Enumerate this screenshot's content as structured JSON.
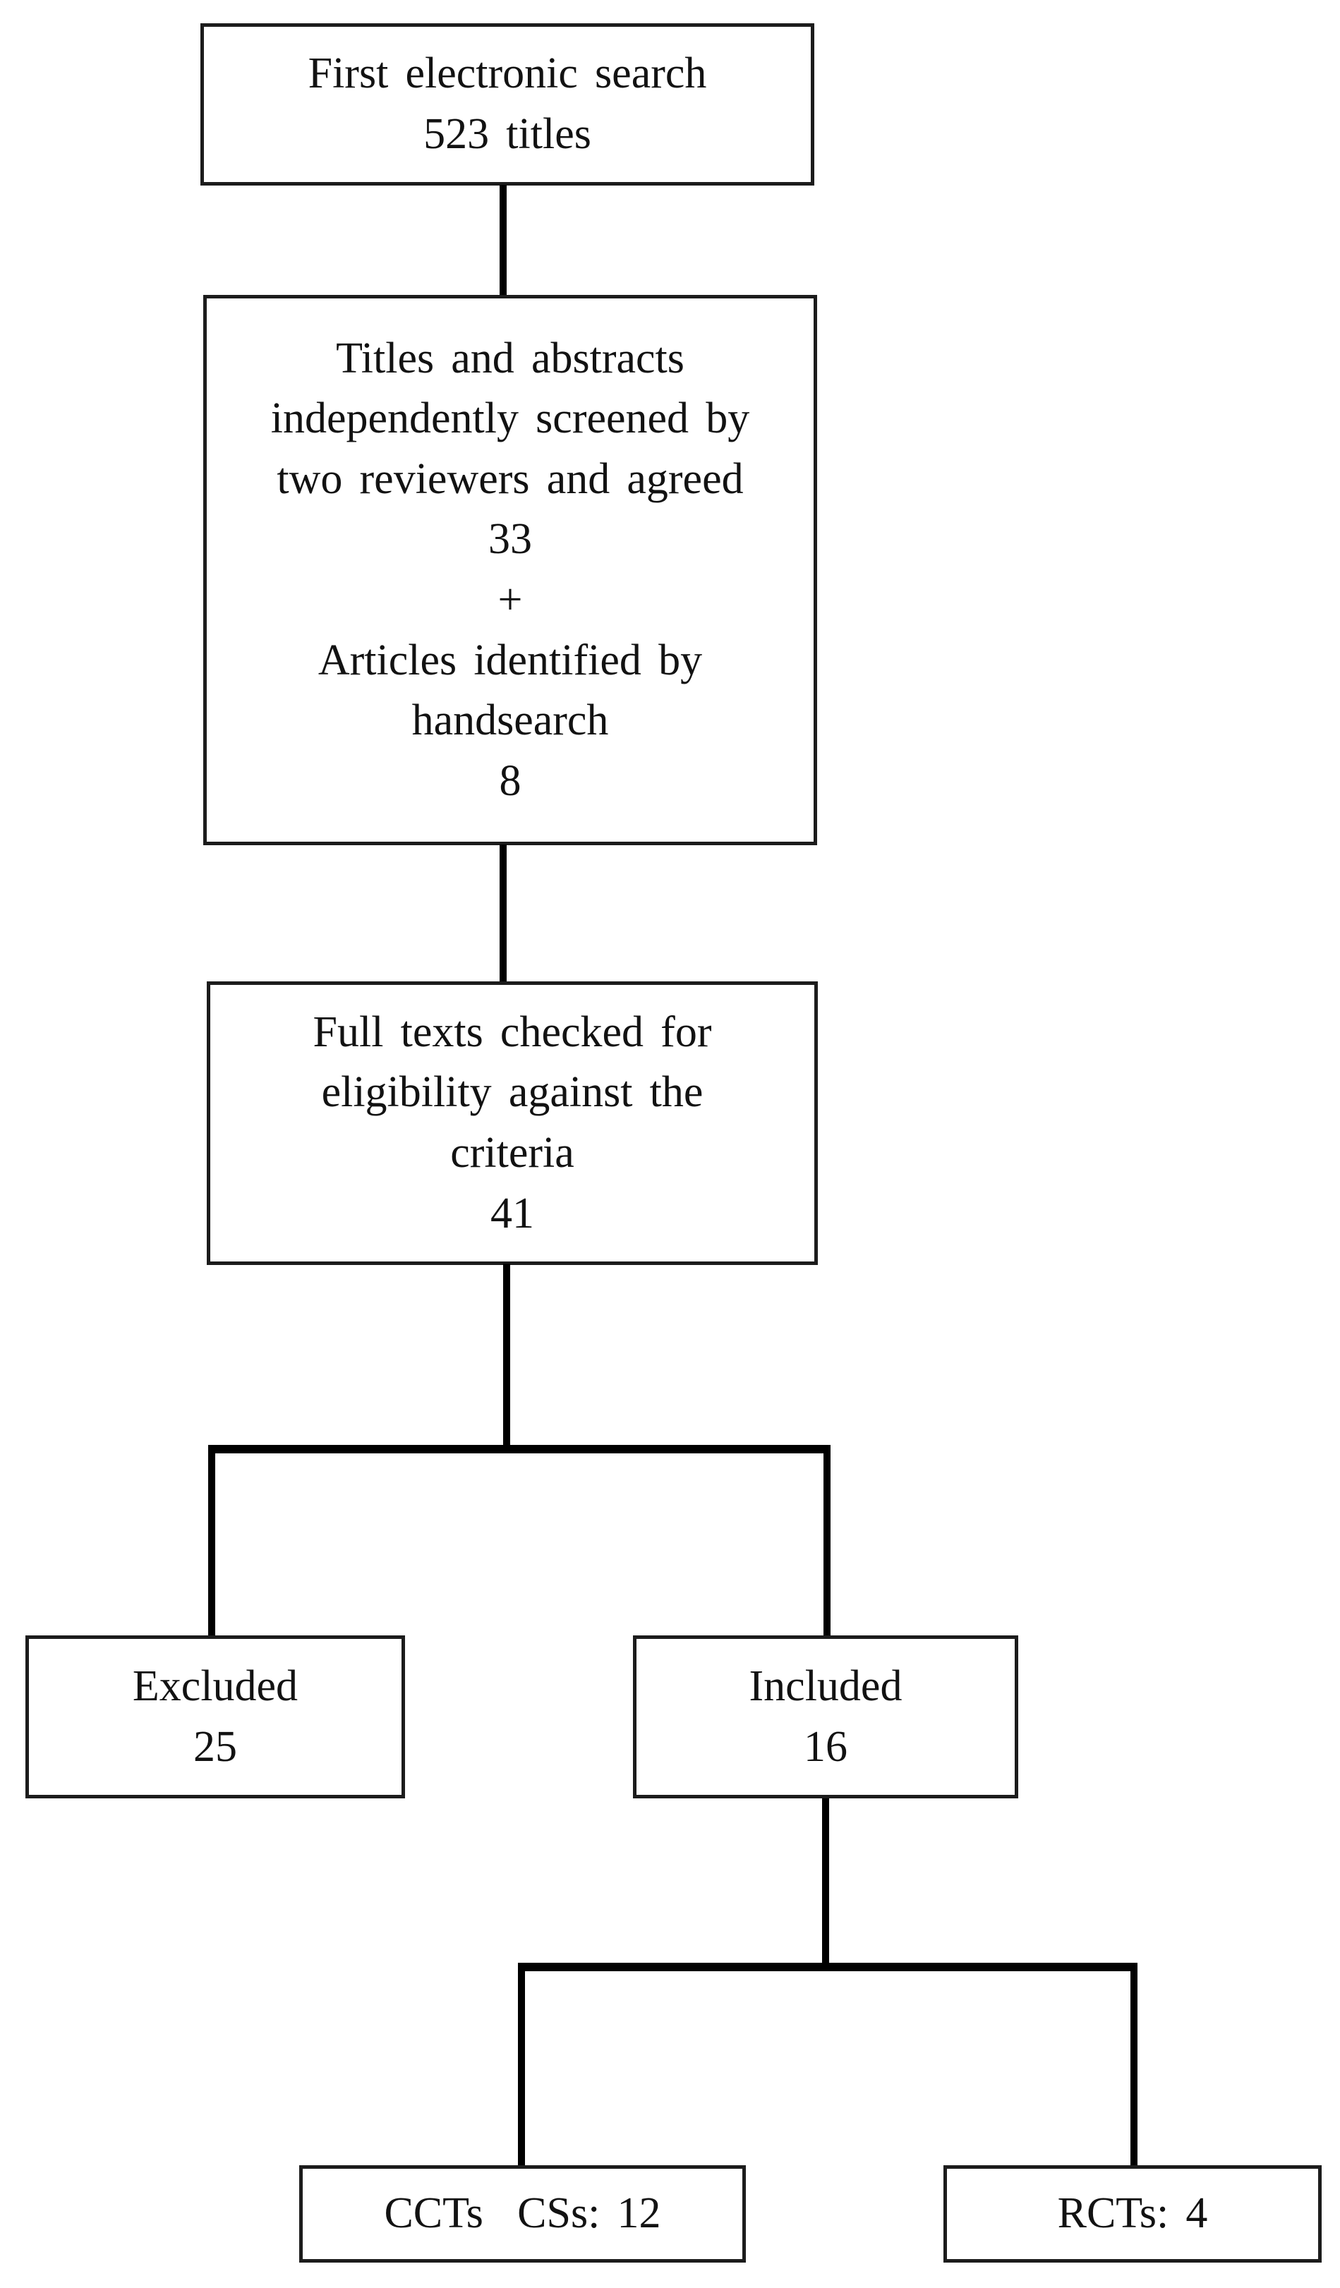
{
  "diagram": {
    "type": "flowchart",
    "colors": {
      "background": "#ffffff",
      "box_border": "#1c1c1c",
      "connector": "#000000",
      "text": "#121212"
    },
    "boxes": {
      "first_search": "First electronic search\n523 titles",
      "screening": "Titles and abstracts\nindependently screened by\ntwo reviewers and agreed\n33\n+\nArticles identified by\nhandsearch\n8",
      "full_text": "Full texts checked for\neligibility against the\ncriteria\n41",
      "excluded": "Excluded\n25",
      "included": "Included\n16",
      "ccts": "CCTs  CSs: 12",
      "rcts": "RCTs: 4"
    },
    "counts": {
      "first_search_titles": 523,
      "screened_agreed": 33,
      "handsearch_articles": 8,
      "full_texts_checked": 41,
      "excluded": 25,
      "included": 16,
      "ccts_css": 12,
      "rcts": 4
    }
  }
}
